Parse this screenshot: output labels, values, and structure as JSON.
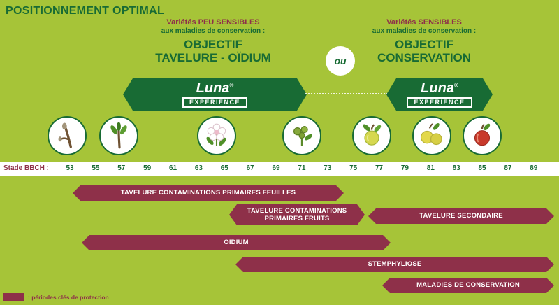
{
  "title": "POSITIONNEMENT OPTIMAL",
  "colors": {
    "background": "#a6c438",
    "dark_green": "#186b34",
    "maroon": "#8e3049"
  },
  "left_objective": {
    "line1": "Variétés PEU SENSIBLES",
    "line2": "aux maladies de conservation :",
    "objective_line1": "OBJECTIF",
    "objective_line2": "TAVELURE - OÏDIUM"
  },
  "right_objective": {
    "line1": "Variétés SENSIBLES",
    "line2": "aux maladies de conservation :",
    "objective_line1": "OBJECTIF",
    "objective_line2": "CONSERVATION"
  },
  "ou_label": "ou",
  "luna": {
    "brand": "Luna",
    "registered": "®",
    "sub": "EXPERIENCE"
  },
  "bbch": {
    "label": "Stade BBCH :",
    "values": [
      "53",
      "55",
      "57",
      "59",
      "61",
      "63",
      "65",
      "67",
      "69",
      "71",
      "73",
      "75",
      "77",
      "79",
      "81",
      "83",
      "85",
      "87",
      "89"
    ]
  },
  "stages": [
    {
      "bbch": "53",
      "icon": "dormant-bud-icon"
    },
    {
      "bbch": "57",
      "icon": "green-tip-leaves-icon"
    },
    {
      "bbch": "65",
      "icon": "blossom-icon"
    },
    {
      "bbch": "71",
      "icon": "fruit-set-icon"
    },
    {
      "bbch": "77",
      "icon": "young-fruit-icon"
    },
    {
      "bbch": "81",
      "icon": "ripening-fruits-icon"
    },
    {
      "bbch": "85",
      "icon": "ripe-apple-icon"
    }
  ],
  "bars": [
    {
      "label": "TAVELURE CONTAMINATIONS PRIMAIRES FEUILLES",
      "bbch_from": "53",
      "bbch_to": "73"
    },
    {
      "line1": "TAVELURE CONTAMINATIONS",
      "line2": "PRIMAIRES FRUITS",
      "bbch_from": "65",
      "bbch_to": "75"
    },
    {
      "label": "TAVELURE SECONDAIRE",
      "bbch_from": "75",
      "bbch_to": "89"
    },
    {
      "label": "OÏDIUM",
      "bbch_from": "53",
      "bbch_to": "77"
    },
    {
      "label": "STEMPHYLIOSE",
      "bbch_from": "65",
      "bbch_to": "89"
    },
    {
      "label": "MALADIES DE CONSERVATION",
      "bbch_from": "77",
      "bbch_to": "89"
    }
  ],
  "legend": {
    "text": ": périodes clés de protection"
  }
}
